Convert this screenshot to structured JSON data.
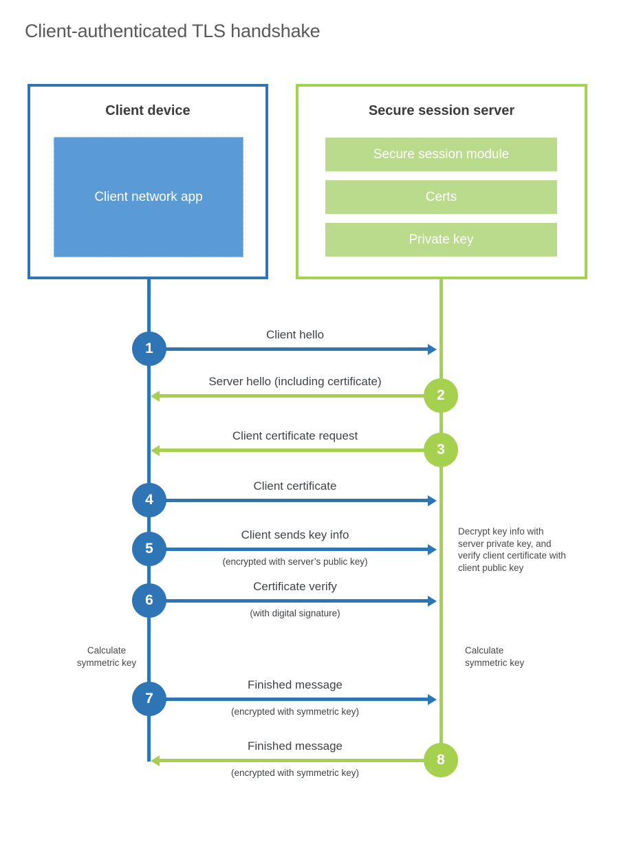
{
  "title": "Client-authenticated TLS handshake",
  "colors": {
    "accent_blue": "#2e75b6",
    "light_blue": "#5b9bd5",
    "accent_green": "#a5d14f",
    "light_green": "#b9db8b",
    "title_gray": "#595959",
    "text_dark": "#3f4245"
  },
  "client": {
    "title": "Client device",
    "app": "Client network app"
  },
  "server": {
    "title": "Secure session server",
    "modules": [
      "Secure session module",
      "Certs",
      "Private key"
    ]
  },
  "steps": [
    {
      "num": "1",
      "direction": "right",
      "from": "client",
      "label": "Client hello",
      "sub": ""
    },
    {
      "num": "2",
      "direction": "left",
      "from": "server",
      "label": "Server hello (including certificate)",
      "sub": ""
    },
    {
      "num": "3",
      "direction": "left",
      "from": "server",
      "label": "Client certificate request",
      "sub": ""
    },
    {
      "num": "4",
      "direction": "right",
      "from": "client",
      "label": "Client certificate",
      "sub": ""
    },
    {
      "num": "5",
      "direction": "right",
      "from": "client",
      "label": "Client sends key info",
      "sub": "(encrypted with server’s public key)"
    },
    {
      "num": "6",
      "direction": "right",
      "from": "client",
      "label": "Certificate verify",
      "sub": "(with digital signature)"
    },
    {
      "num": "7",
      "direction": "right",
      "from": "client",
      "label": "Finished message",
      "sub": "(encrypted with symmetric key)"
    },
    {
      "num": "8",
      "direction": "left",
      "from": "server",
      "label": "Finished message",
      "sub": "(encrypted with symmetric key)"
    }
  ],
  "notes": {
    "decrypt": "Decrypt key info with server private key, and verify client certificate with client public key",
    "calc_left": "Calculate symmetric key",
    "calc_right": "Calculate symmetric key"
  }
}
